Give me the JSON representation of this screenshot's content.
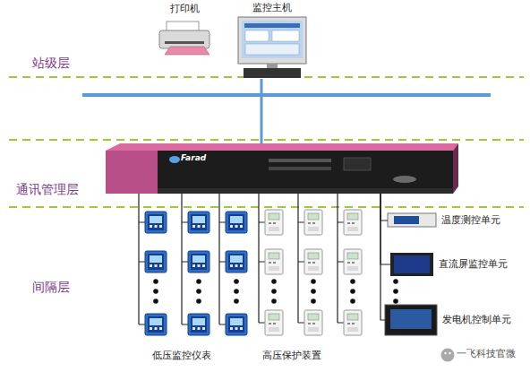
{
  "diagram": {
    "nodes": [
      {
        "text": [
          "打印机"
        ]
      },
      {
        "text": [
          "监控主机"
        ]
      },
      {
        "text": [
          "Farad"
        ]
      },
      {
        "text": [
          "温度测控单元"
        ]
      },
      {
        "text": [
          "直流屏监控单元"
        ]
      },
      {
        "text": [
          "发电机控制单元"
        ]
      }
    ],
    "edges": [
      {
        "from": 1,
        "to": 2,
        "arrow": "none"
      },
      {
        "from": 2,
        "to": 3,
        "arrow": "none"
      },
      {
        "from": 2,
        "to": 4,
        "arrow": "none"
      },
      {
        "from": 2,
        "to": 5,
        "arrow": "none"
      }
    ],
    "labels": [
      "站级层",
      "通讯管理层",
      "间隔层",
      "低压监控仪表",
      "高压保护装置",
      "一飞科技官微"
    ]
  }
}
